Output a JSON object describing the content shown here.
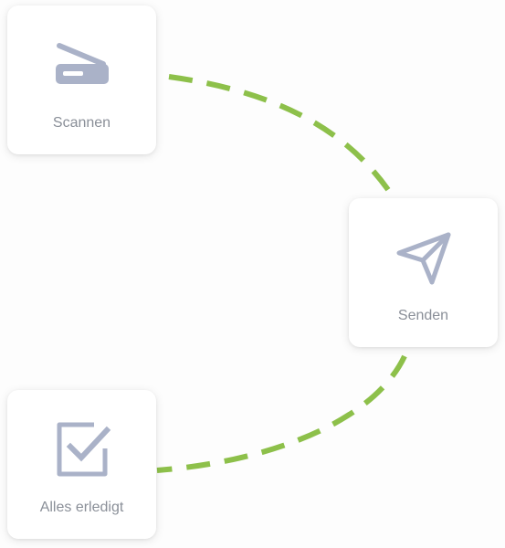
{
  "steps": [
    {
      "id": "scan",
      "label": "Scannen",
      "icon": "scanner-icon"
    },
    {
      "id": "send",
      "label": "Senden",
      "icon": "paper-plane-icon"
    },
    {
      "id": "done",
      "label": "Alles erledigt",
      "icon": "checkbox-checked-icon"
    }
  ],
  "colors": {
    "connector": "#8dc04a",
    "icon": "#aab2c8",
    "label": "#8a8f98",
    "card": "#ffffff"
  }
}
